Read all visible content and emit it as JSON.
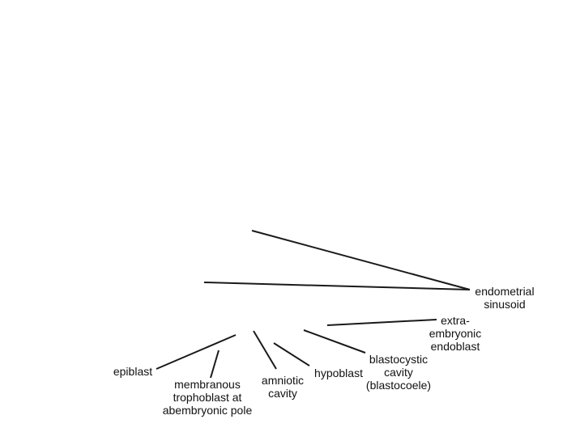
{
  "labels": {
    "endometrial_sinusoid": "endometrial\nsinusoid",
    "extra_embryonic_endoblast": "extra-\nembryonic\nendoblast",
    "blastocystic_cavity": "blastocystic\ncavity\n(blastocoele)",
    "hypoblast": "hypoblast",
    "amniotic_cavity": "amniotic\ncavity",
    "membranous_trophoblast": "membranous\ntrophoblast at\nabembryonic pole",
    "epiblast": "epiblast"
  },
  "colors": {
    "line": "#1a1a1a",
    "text": "#111111",
    "background": "#ffffff"
  }
}
